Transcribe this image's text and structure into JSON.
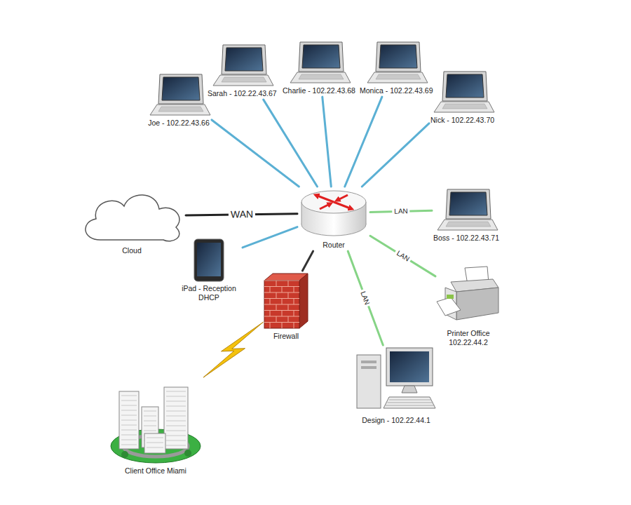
{
  "diagram": {
    "nodes": [
      {
        "text": [
          "Sarah - 102.22.43.67"
        ]
      },
      {
        "text": [
          "Charlie - 102.22.43.68"
        ]
      },
      {
        "text": [
          "Monica - 102.22.43.69"
        ]
      },
      {
        "text": [
          "Joe - 102.22.43.66"
        ]
      },
      {
        "text": [
          "Nick - 102.22.43.70"
        ]
      },
      {
        "text": [
          "Cloud"
        ]
      },
      {
        "text": [
          "Router"
        ]
      },
      {
        "text": [
          "Boss - 102.22.43.71"
        ]
      },
      {
        "text": [
          "iPad - Reception DHCP"
        ]
      },
      {
        "text": [
          "Firewall"
        ]
      },
      {
        "text": [
          "Printer Office 102.22.44.2"
        ]
      },
      {
        "text": [
          "Design - 102.22.44.1"
        ]
      },
      {
        "text": [
          "Client Office Miami"
        ]
      }
    ],
    "edges": [
      {
        "from": 3,
        "to": 6,
        "arrow": "none"
      },
      {
        "from": 0,
        "to": 6,
        "arrow": "none"
      },
      {
        "from": 1,
        "to": 6,
        "arrow": "none"
      },
      {
        "from": 2,
        "to": 6,
        "arrow": "none"
      },
      {
        "from": 4,
        "to": 6,
        "arrow": "none"
      },
      {
        "from": 5,
        "to": 6,
        "label": "WAN",
        "arrow": "none"
      },
      {
        "from": 6,
        "to": 7,
        "label": "LAN",
        "arrow": "none"
      },
      {
        "from": 8,
        "to": 6,
        "arrow": "none"
      },
      {
        "from": 6,
        "to": 9,
        "arrow": "none"
      },
      {
        "from": 6,
        "to": 10,
        "label": "LAN",
        "arrow": "none"
      },
      {
        "from": 6,
        "to": 11,
        "label": "LAN",
        "arrow": "none"
      },
      {
        "from": 9,
        "to": 12,
        "arrow": "none"
      }
    ]
  }
}
